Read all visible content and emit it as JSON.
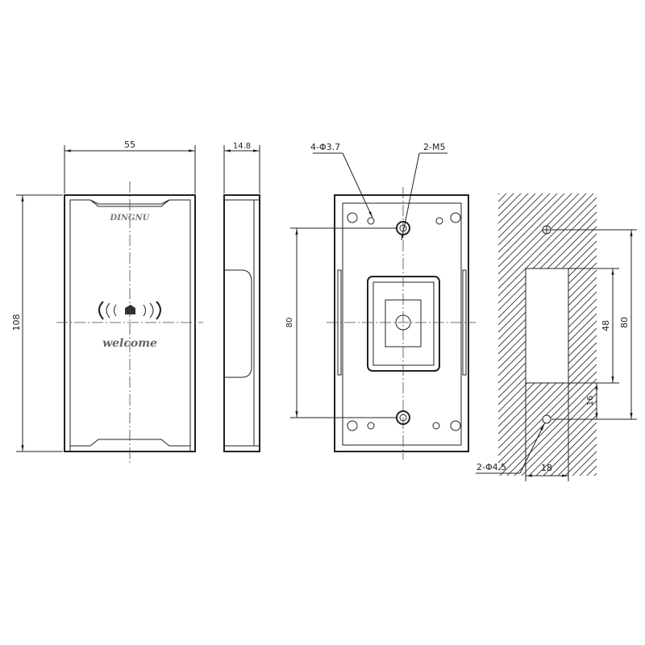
{
  "front_view": {
    "width_dim": "55",
    "height_dim": "108",
    "brand": "DINGNU",
    "welcome": "welcome"
  },
  "side_view": {
    "depth_dim": "14.8"
  },
  "back_view": {
    "mount_hole_label": "4-Φ3.7",
    "thread_label": "2-M5",
    "hole_spacing_dim": "80"
  },
  "wall_cutout": {
    "hole_spacing_dim": "80",
    "cutout_height_dim": "48",
    "offset_dim": "16",
    "cutout_width_dim": "18",
    "hole_label": "2-Φ4.5"
  }
}
